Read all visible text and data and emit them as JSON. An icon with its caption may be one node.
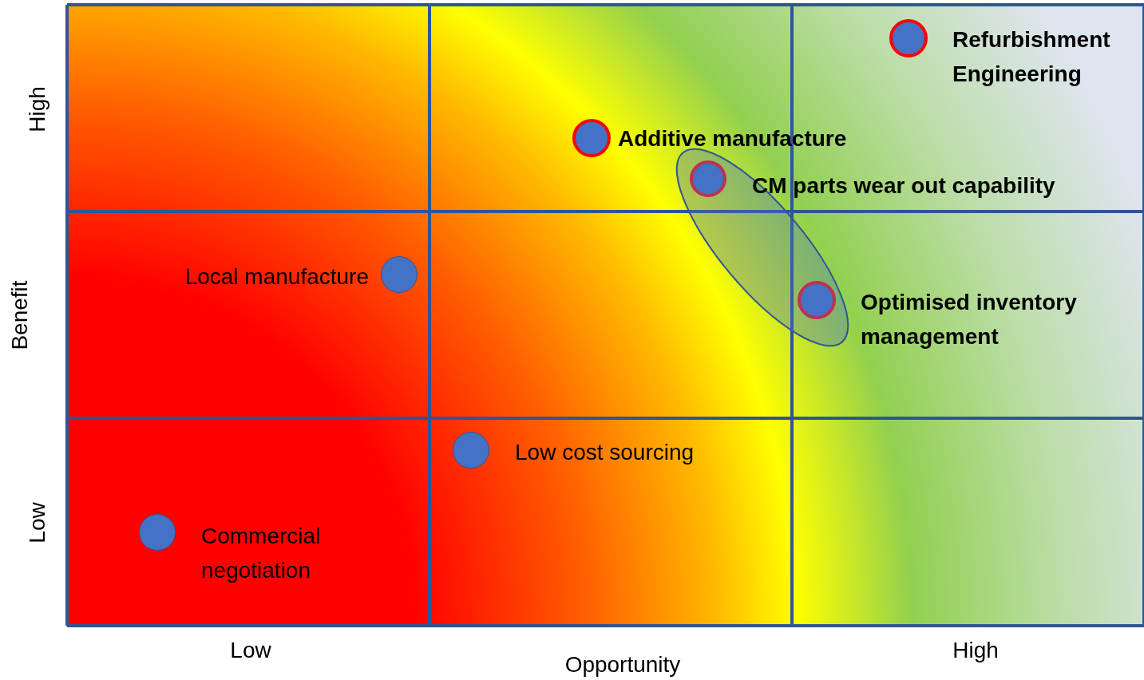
{
  "diagram": {
    "nodes": [
      {
        "text": [],
        "shape": "circle",
        "beside": [
          "Refurbishment Engineering"
        ]
      },
      {
        "text": [],
        "shape": "circle",
        "beside": [
          "Additive manufacture"
        ]
      },
      {
        "text": [],
        "shape": "circle",
        "beside": [
          "CM parts wear out capability"
        ]
      },
      {
        "text": [],
        "shape": "circle",
        "beside": [
          "Local manufacture"
        ]
      },
      {
        "text": [],
        "shape": "circle",
        "beside": [
          "Optimised inventory management"
        ]
      },
      {
        "text": [],
        "shape": "circle",
        "beside": [
          "Low cost sourcing"
        ]
      },
      {
        "text": [],
        "shape": "circle",
        "beside": [
          "Commercial negotiation"
        ]
      }
    ],
    "labels": [
      "High",
      "Benefit",
      "Low",
      "Low",
      "Opportunity",
      "High"
    ]
  }
}
